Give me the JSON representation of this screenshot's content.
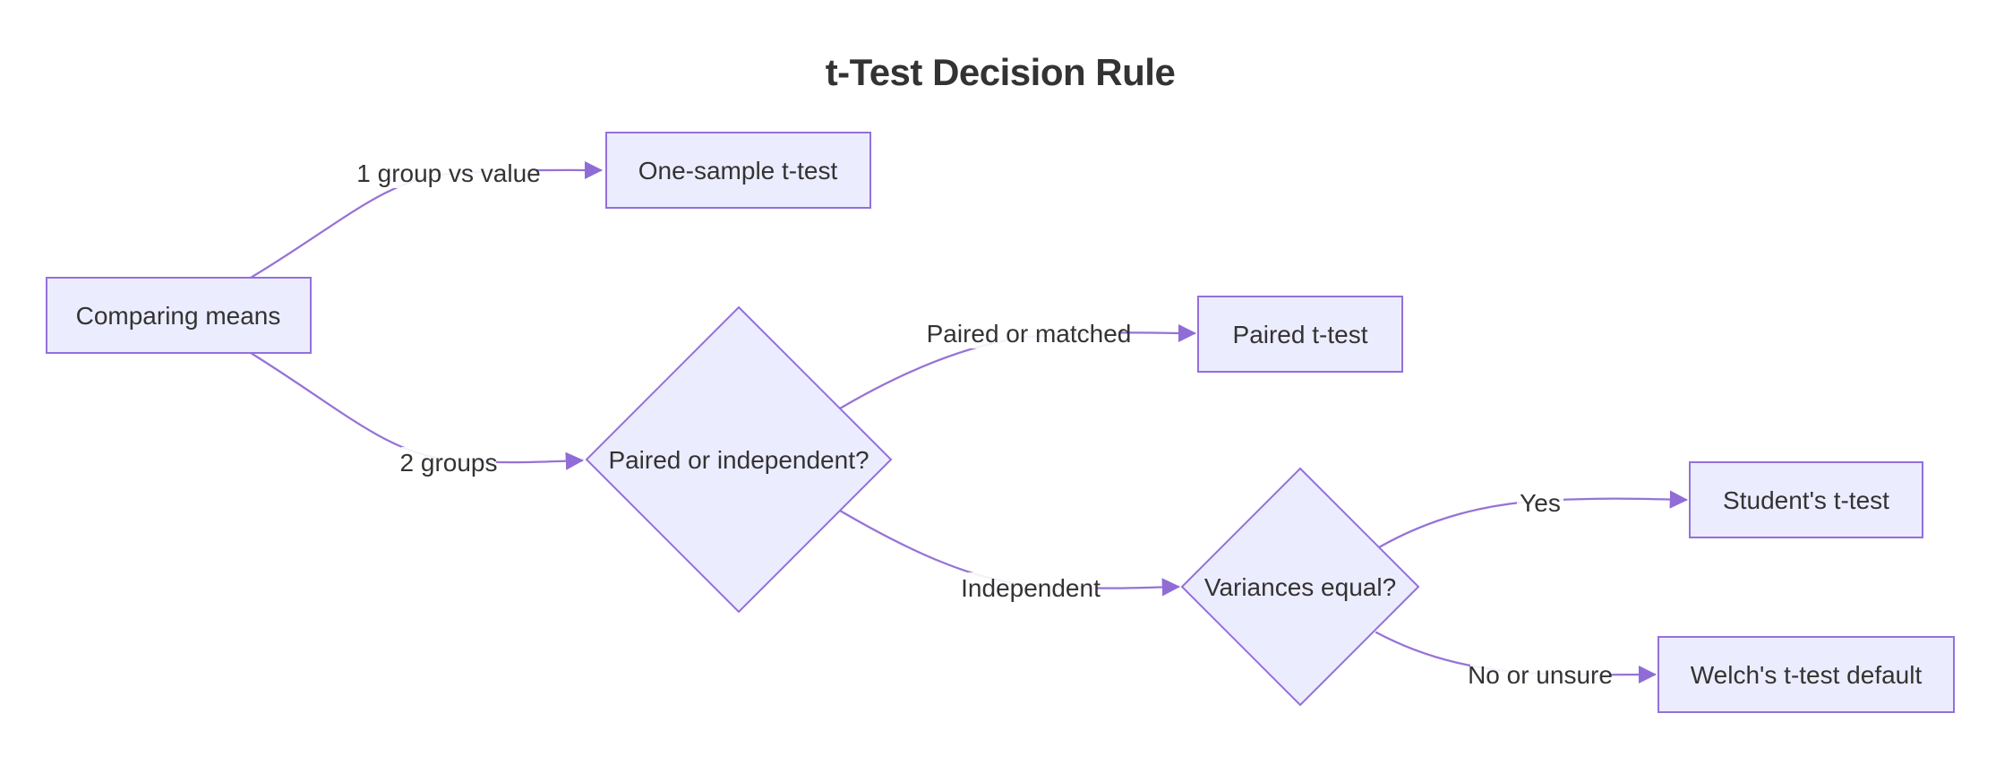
{
  "diagram": {
    "title": "t-Test Decision Rule",
    "type": "flowchart-left-to-right",
    "nodes": [
      {
        "id": "comparing-means",
        "label": "Comparing means",
        "shape": "rect"
      },
      {
        "id": "one-sample",
        "label": "One-sample t-test",
        "shape": "rect"
      },
      {
        "id": "paired-or-independent",
        "label": "Paired or independent?",
        "shape": "diamond"
      },
      {
        "id": "paired-t-test",
        "label": "Paired t-test",
        "shape": "rect"
      },
      {
        "id": "variances-equal",
        "label": "Variances equal?",
        "shape": "diamond"
      },
      {
        "id": "students-t-test",
        "label": "Student's t-test",
        "shape": "rect"
      },
      {
        "id": "welchs-t-test",
        "label": "Welch's t-test default",
        "shape": "rect"
      }
    ],
    "edges": [
      {
        "from": "comparing-means",
        "to": "one-sample",
        "label": "1 group vs value"
      },
      {
        "from": "comparing-means",
        "to": "paired-or-independent",
        "label": "2 groups"
      },
      {
        "from": "paired-or-independent",
        "to": "paired-t-test",
        "label": "Paired or matched"
      },
      {
        "from": "paired-or-independent",
        "to": "variances-equal",
        "label": "Independent"
      },
      {
        "from": "variances-equal",
        "to": "students-t-test",
        "label": "Yes"
      },
      {
        "from": "variances-equal",
        "to": "welchs-t-test",
        "label": "No or unsure"
      }
    ],
    "colors": {
      "node_fill": "#ECECFF",
      "node_border": "#9370DB",
      "edge_stroke": "#9673D6",
      "text": "#333333",
      "background": "#FFFFFF"
    }
  }
}
